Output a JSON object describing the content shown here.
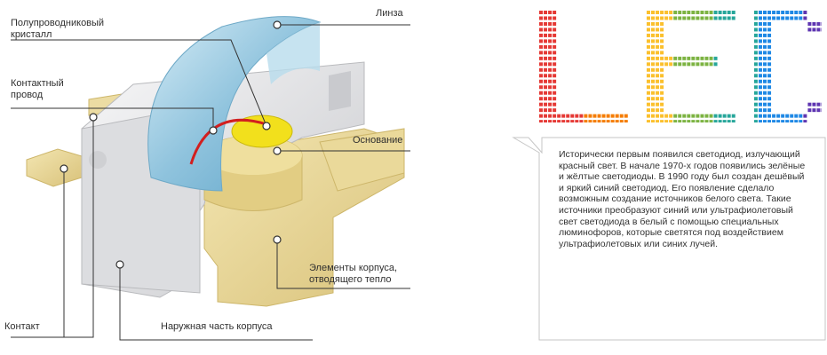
{
  "labels": {
    "crystal": "Полупроводниковый\nкристалл",
    "wire": "Контактный\nпровод",
    "lens": "Линза",
    "base": "Основание",
    "heat": "Элементы корпуса,\nотводящего тепло",
    "outer": "Наружная часть корпуса",
    "contact": "Контакт"
  },
  "info": {
    "text": "Исторически первым появился светодиод, излучающий красный свет. В начале 1970-х годов появились зелёные и жёлтые светодиоды. В 1990 году был создан дешёвый и яркий синий светодиод. Его появление сделало возможным создание источников белого света. Такие источники преобразуют синий или ультрафиолетовый свет светодиода в белый с помощью специальных люминофоров, которые светятся под воздействием ультрафиолетовых или синих лучей."
  },
  "logo": {
    "text": "LED",
    "colors": [
      "#e53935",
      "#f57c00",
      "#fbc02d",
      "#7cb342",
      "#26a69a",
      "#1e88e5",
      "#5e35b1"
    ]
  },
  "colors": {
    "lens": "#8fc3dd",
    "housing": "#d8d8dc",
    "gold": "#e8d79a",
    "crystal": "#f2e01c",
    "wire": "#d21f1f",
    "leader": "#333333"
  }
}
